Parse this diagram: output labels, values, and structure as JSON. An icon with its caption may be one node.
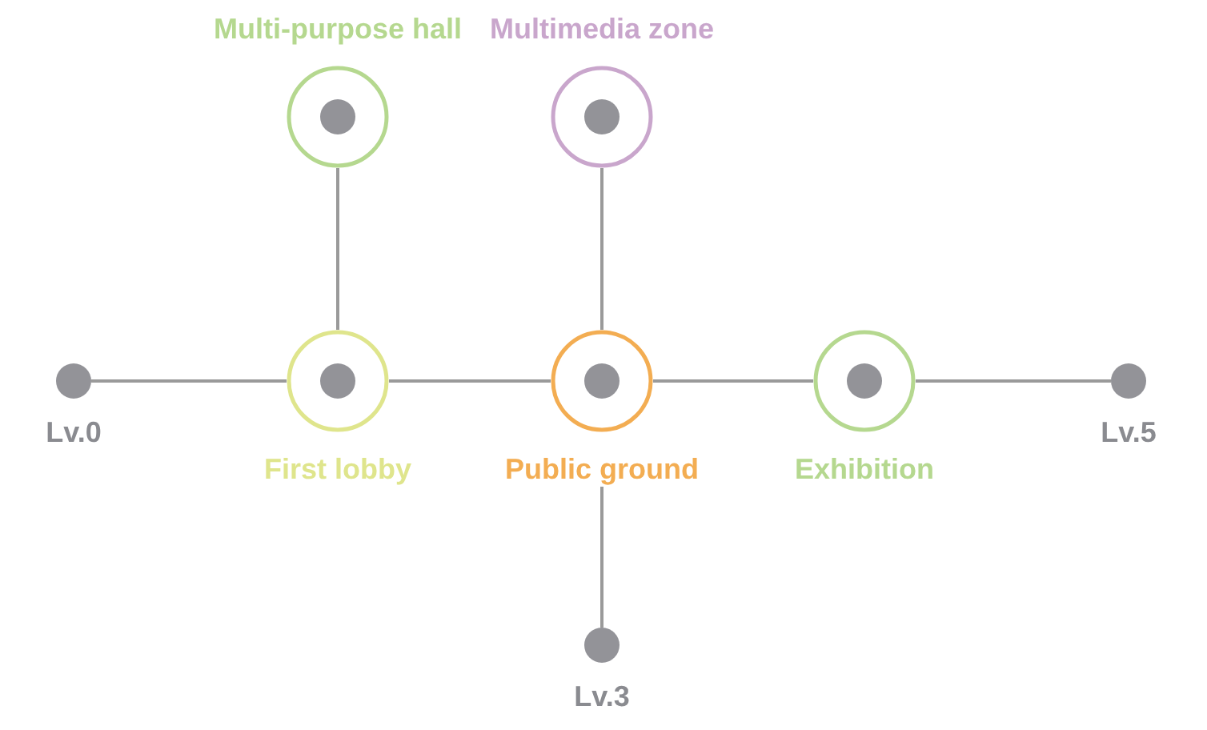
{
  "diagram": {
    "nodes": [
      {
        "text": [
          "Multi-purpose hall"
        ]
      },
      {
        "text": [
          "Multimedia zone"
        ]
      },
      {
        "text": [
          "Lv.0"
        ]
      },
      {
        "text": [
          "First lobby"
        ]
      },
      {
        "text": [
          "Public ground"
        ]
      },
      {
        "text": [
          "Exhibition"
        ]
      },
      {
        "text": [
          "Lv.5"
        ]
      },
      {
        "text": [
          "Lv.3"
        ]
      }
    ],
    "edges": [
      {
        "from": 2,
        "to": 3,
        "arrow": "none"
      },
      {
        "from": 3,
        "to": 4,
        "arrow": "none"
      },
      {
        "from": 4,
        "to": 5,
        "arrow": "none"
      },
      {
        "from": 5,
        "to": 6,
        "arrow": "none"
      },
      {
        "from": 0,
        "to": 3,
        "arrow": "none"
      },
      {
        "from": 1,
        "to": 4,
        "arrow": "none"
      },
      {
        "from": 4,
        "to": 7,
        "arrow": "none"
      }
    ]
  }
}
